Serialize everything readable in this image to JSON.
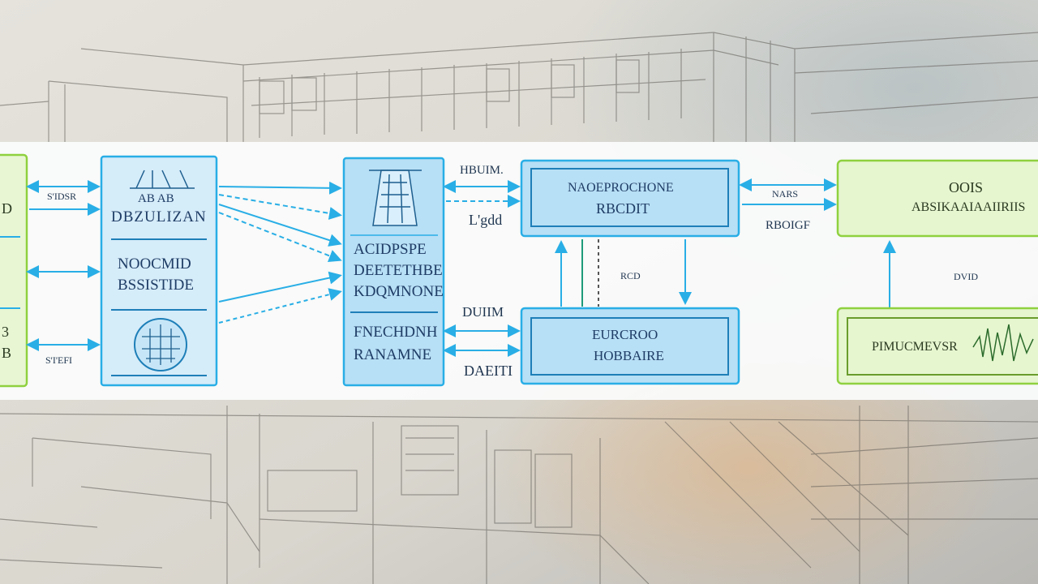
{
  "diagram": {
    "left_box": {
      "lines": [
        "D",
        "3",
        "B"
      ]
    },
    "edge_labels_left": [
      "S'IDSR",
      "S'I'EFI"
    ],
    "block_a": {
      "top_lines": [
        "AB AB",
        "DBZULIZAN"
      ],
      "mid_lines": [
        "NOOCMID",
        "BSSISTIDE"
      ]
    },
    "block_b": {
      "mid_lines": [
        "ACIDPSPE",
        "DEETETHBE",
        "KDQMNONE"
      ],
      "bottom_lines": [
        "FNECHDNH",
        "RANAMNE"
      ]
    },
    "edge_labels_mid": [
      "HBUIM.",
      "L'gdd",
      "DUIIM",
      "DAEITI"
    ],
    "block_c": {
      "lines": [
        "NAOEPROCHONE",
        "RBCDIT"
      ]
    },
    "block_d": {
      "lines": [
        "EURCROO",
        "HOBBAIRE"
      ]
    },
    "vertical_label": "RCD",
    "edge_labels_right": [
      "NARS",
      "RBOIGF"
    ],
    "block_e": {
      "lines": [
        "OOIS",
        "ABSIKAAIAAIIRIIS"
      ]
    },
    "block_f": {
      "lines": [
        "PIMUCMEVSR"
      ]
    },
    "green_side_label": "DVID"
  },
  "colors": {
    "blue_stroke": "#29aee6",
    "blue_fill": "#b7dff5",
    "blue_fill_light": "#d5ecf9",
    "green_stroke": "#8fd13f",
    "green_fill": "#e6f6cf",
    "text_dark": "#1f3550"
  }
}
